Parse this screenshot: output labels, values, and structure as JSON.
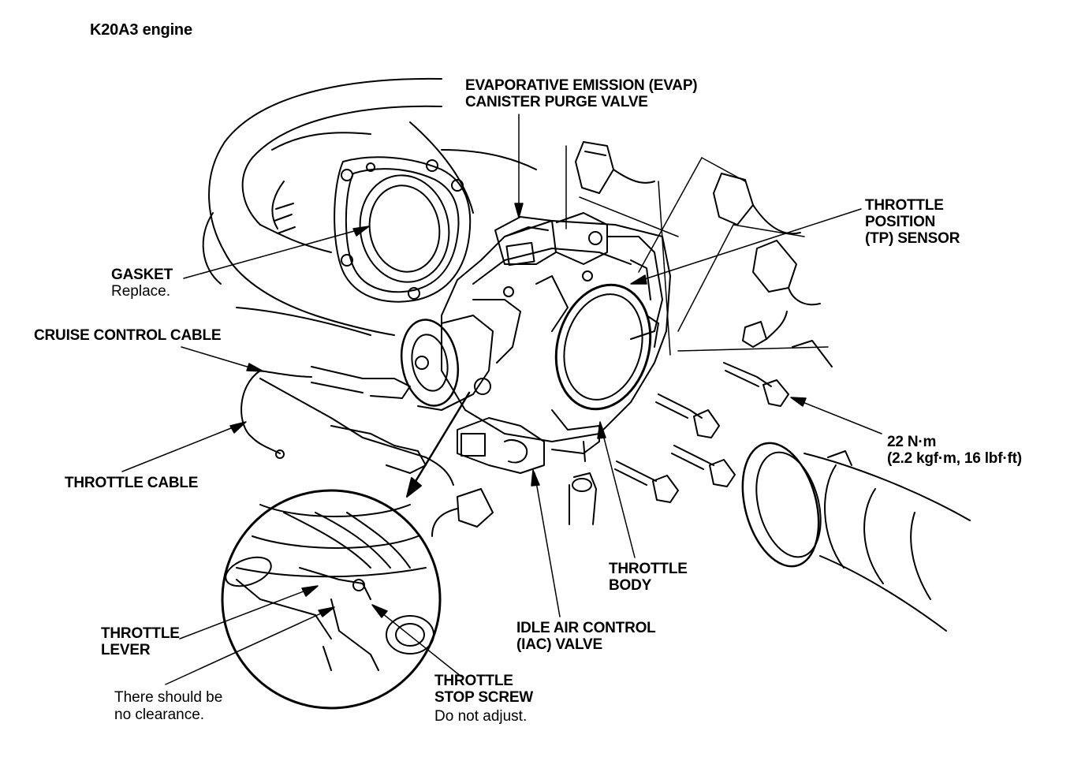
{
  "title": "K20A3 engine",
  "labels": {
    "evap_line1": "EVAPORATIVE EMISSION (EVAP)",
    "evap_line2": "CANISTER PURGE VALVE",
    "tp_line1": "THROTTLE",
    "tp_line2": "POSITION",
    "tp_line3": "(TP) SENSOR",
    "gasket": "GASKET",
    "gasket_note": "Replace.",
    "cruise_cable": "CRUISE CONTROL CABLE",
    "throttle_cable": "THROTTLE CABLE",
    "torque_line1": "22 N·m",
    "torque_line2": "(2.2 kgf·m, 16 lbf·ft)",
    "throttle_body_line1": "THROTTLE",
    "throttle_body_line2": "BODY",
    "iac_line1": "IDLE AIR CONTROL",
    "iac_line2": "(IAC) VALVE",
    "lever_line1": "THROTTLE",
    "lever_line2": "LEVER",
    "lever_note_line1": "There should be",
    "lever_note_line2": "no clearance.",
    "stop_line1": "THROTTLE",
    "stop_line2": "STOP SCREW",
    "stop_note": "Do not adjust."
  },
  "colors": {
    "ink": "#000000",
    "paper": "#ffffff"
  }
}
